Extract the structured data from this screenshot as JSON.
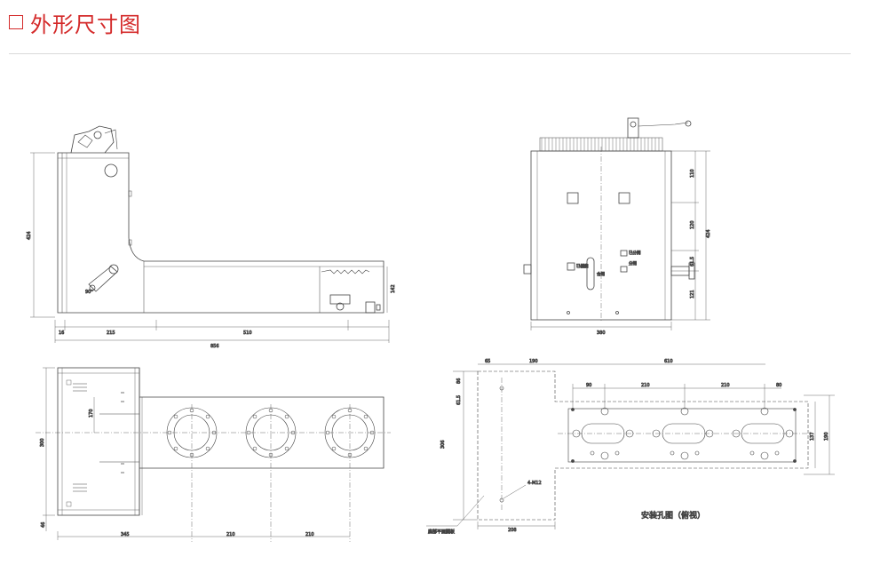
{
  "header": {
    "title": "外形尺寸图"
  },
  "side_view": {
    "height_total": "424",
    "dim_bottom_left": "16",
    "dim_bottom_mid": "215",
    "dim_bottom_right": "510",
    "dim_total": "856",
    "dim_right_h": "142",
    "angle": "90°"
  },
  "front_view": {
    "dim_h1": "110",
    "dim_h2": "120",
    "dim_total_h": "424",
    "dim_h3": "61.5",
    "dim_h4": "121",
    "dim_width": "380",
    "label_a": "已储能",
    "label_b": "已分闸",
    "label_c": "分闸",
    "label_d": "合闸"
  },
  "top_view": {
    "dim_left": "300",
    "dim_170": "170",
    "dim_46": "46",
    "dim_345": "345",
    "dim_210a": "210",
    "dim_210b": "210"
  },
  "hole_view": {
    "dim_65": "65",
    "dim_190": "190",
    "dim_610": "610",
    "dim_90": "90",
    "dim_210a": "210",
    "dim_210b": "210",
    "dim_80": "80",
    "dim_86": "86",
    "dim_615": "61.5",
    "dim_306": "306",
    "dim_137": "137",
    "dim_190r": "190",
    "dim_208": "208",
    "bolt_label": "4-M12",
    "note_label": "底部平面图板",
    "caption": "安装孔图（俯视）"
  }
}
